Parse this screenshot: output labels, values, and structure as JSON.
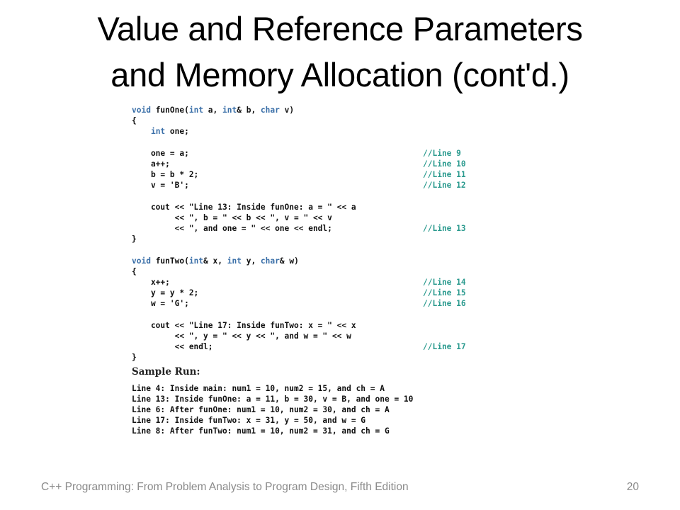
{
  "slide": {
    "title_line1": "Value and Reference Parameters",
    "title_line2": "and Memory Allocation (cont'd.)"
  },
  "code": {
    "l1": {
      "pre": "",
      "kw1": "void",
      "mid1": " funOne(",
      "kw2": "int",
      "mid2": " a, ",
      "kw3": "int",
      "mid3": "& b, ",
      "kw4": "char",
      "post": " v)"
    },
    "l2": "{",
    "l3": {
      "indent": "    ",
      "kw": "int",
      "rest": " one;"
    },
    "l5": {
      "text": "    one = a;",
      "comment": "//Line 9"
    },
    "l6": {
      "text": "    a++;",
      "comment": "//Line 10"
    },
    "l7": {
      "text": "    b = b * 2;",
      "comment": "//Line 11"
    },
    "l8": {
      "text": "    v = 'B';",
      "comment": "//Line 12"
    },
    "l10": "    cout << \"Line 13: Inside funOne: a = \" << a",
    "l11": "         << \", b = \" << b << \", v = \" << v",
    "l12": {
      "text": "         << \", and one = \" << one << endl;",
      "comment": "//Line 13"
    },
    "l13": "}",
    "l15": {
      "kw1": "void",
      "mid1": " funTwo(",
      "kw2": "int",
      "mid2": "& x, ",
      "kw3": "int",
      "mid3": " y, ",
      "kw4": "char",
      "post": "& w)"
    },
    "l16": "{",
    "l17": {
      "text": "    x++;",
      "comment": "//Line 14"
    },
    "l18": {
      "text": "    y = y * 2;",
      "comment": "//Line 15"
    },
    "l19": {
      "text": "    w = 'G';",
      "comment": "//Line 16"
    },
    "l21": "    cout << \"Line 17: Inside funTwo: x = \" << x",
    "l22": "         << \", y = \" << y << \", and w = \" << w",
    "l23": {
      "text": "         << endl;",
      "comment": "//Line 17"
    },
    "l24": "}"
  },
  "sample_run": {
    "heading": "Sample Run:",
    "lines": [
      "Line 4: Inside main: num1 = 10, num2 = 15, and ch = A",
      "Line 13: Inside funOne: a = 11, b = 30, v = B, and one = 10",
      "Line 6: After funOne: num1 = 10, num2 = 30, and ch = A",
      "Line 17: Inside funTwo: x = 31, y = 50, and w = G",
      "Line 8: After funTwo: num1 = 10, num2 = 31, and ch = G"
    ]
  },
  "footer": {
    "source": "C++ Programming: From Problem Analysis to Program Design, Fifth Edition",
    "page_number": "20"
  },
  "colors": {
    "keyword": "#3a6fa8",
    "comment": "#2a9a8e",
    "footer_text": "#8a8a8a"
  }
}
